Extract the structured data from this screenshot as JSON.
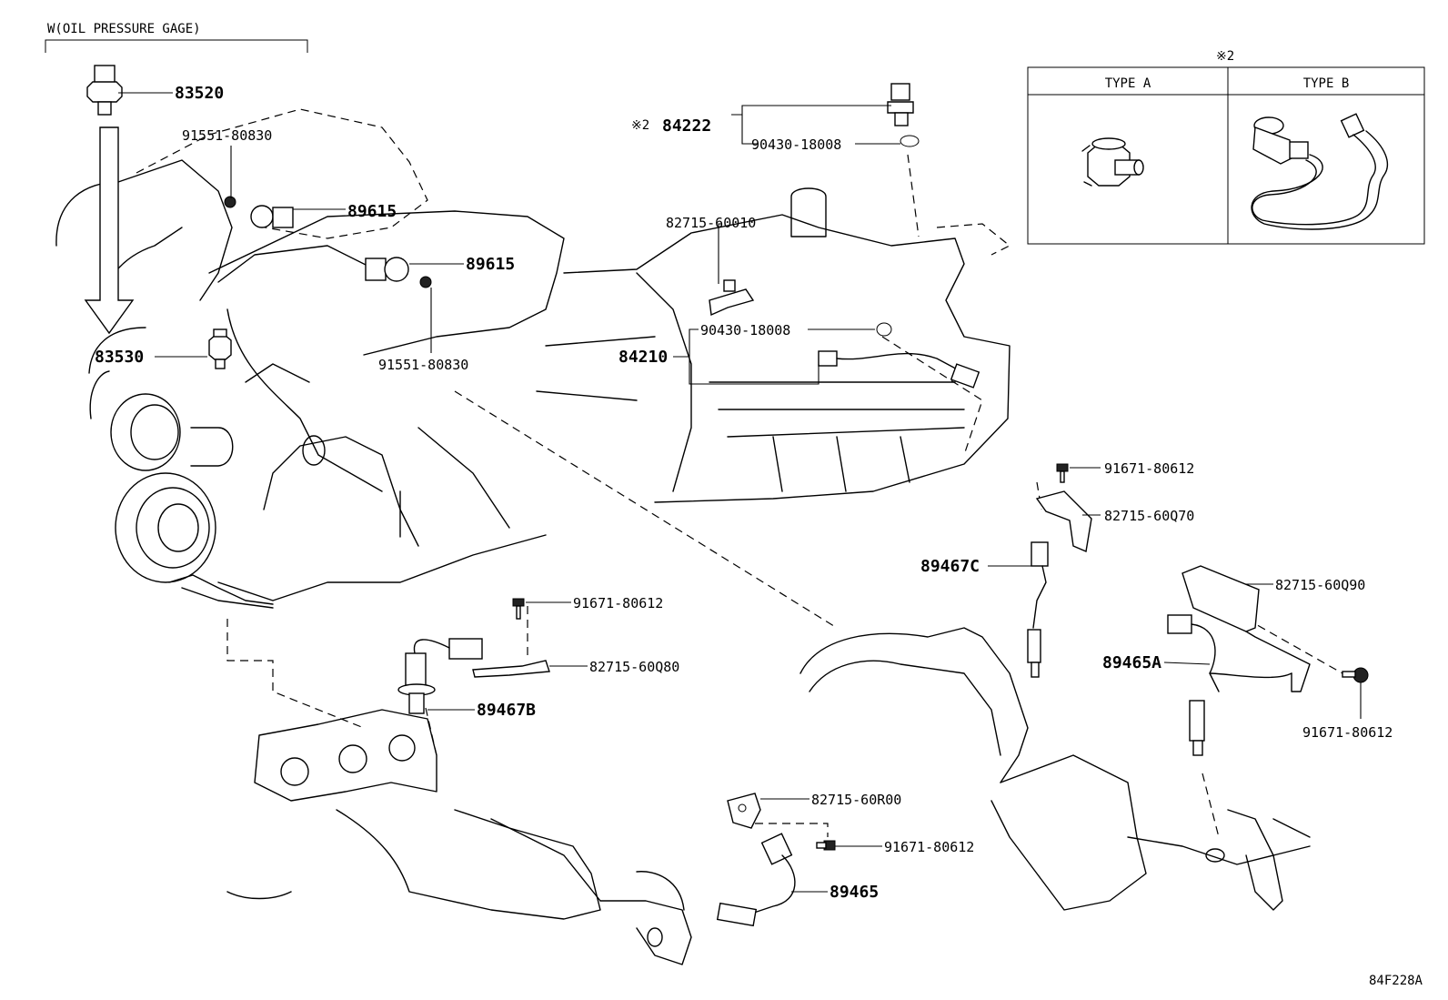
{
  "header": {
    "title": "W(OIL PRESSURE GAGE)"
  },
  "inset": {
    "mark": "※2",
    "type_a": "TYPE A",
    "type_b": "TYPE B"
  },
  "callouts": {
    "p83520": "83520",
    "p91551_top": "91551-80830",
    "p89615_top": "89615",
    "p89615_mid": "89615",
    "p91551_mid": "91551-80830",
    "p83530": "83530",
    "mark_84222": "※2",
    "p84222": "84222",
    "p90430_top": "90430-18008",
    "p82715_60010": "82715-60010",
    "p90430_mid": "90430-18008",
    "p84210": "84210",
    "p91671_r1": "91671-80612",
    "p82715_60q70": "82715-60Q70",
    "p89467c": "89467C",
    "p82715_60q90": "82715-60Q90",
    "p89465a": "89465A",
    "p91671_r2": "91671-80612",
    "p91671_mid": "91671-80612",
    "p82715_60q80": "82715-60Q80",
    "p89467b": "89467B",
    "p82715_60r00": "82715-60R00",
    "p91671_bot": "91671-80612",
    "p89465": "89465"
  },
  "figure_code": "84F228A"
}
